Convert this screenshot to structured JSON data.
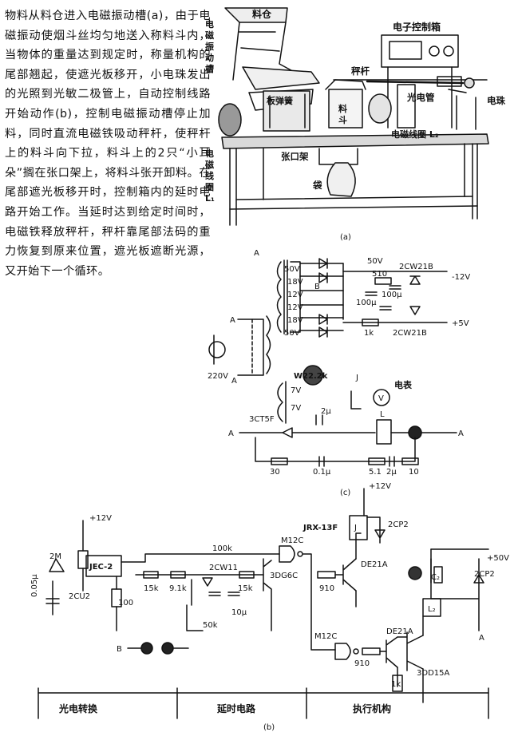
{
  "intro_text": "物料从料仓进入电磁振动槽(a)，由于电磁振动使烟斗丝均匀地送入称料斗内，当物体的重量达到规定时，称量机构的尾部翘起，使遮光板移开，小电珠发出的光照到光敏二极管上，自动控制线路开始动作(b)，控制电磁振动槽停止加料，同时直流电磁铁吸动秤杆，使秤杆上的料斗向下拉，料斗上的2只“小耳朵”搁在张口架上，将料斗张开卸料。在尾部遮光板移开时，控制箱内的延时电路开始工作。当延时达到给定时间时，电磁铁释放秤杆，秤杆靠尾部法码的重力恢复到原来位置，遮光板遮断光源，又开始下一个循环。",
  "diagram_a": {
    "caption": "(a)",
    "labels": {
      "hopper": "料仓",
      "vib_trough": [
        "电",
        "磁",
        "振",
        "动",
        "槽"
      ],
      "control_box": "电子控制箱",
      "balance_rod": "秤杆",
      "plate_spring": "板弹簧",
      "material_bucket": [
        "料",
        "斗"
      ],
      "photo_tube": "光电管",
      "bulb": "电珠",
      "coil_l2": "电磁线圈 L₂",
      "open_frame": "张口架",
      "bag": "袋",
      "coil_l1": [
        "电",
        "磁",
        "线",
        "圈",
        "L₁"
      ]
    }
  },
  "diagram_c": {
    "caption": "(c)",
    "windings": [
      "50V",
      "18V",
      "12V",
      "12V",
      "18V",
      "50V"
    ],
    "primary": "220V",
    "rheostat": "W22.2k",
    "secondary": [
      "7V",
      "7V"
    ],
    "relay_contact": "J",
    "meter_label": "电表",
    "meter_symbol": "V",
    "scr": "3CT5F",
    "cap_2u": "2μ",
    "inductor": "L",
    "terminals": [
      "A",
      "A",
      "A",
      "A",
      "A",
      "B"
    ],
    "bottom": [
      "30",
      "0.1μ",
      "5.1",
      "2μ",
      "10"
    ],
    "supply": {
      "v50": "50V",
      "r510": "510",
      "c100a": "100μ",
      "c100b": "100μ",
      "zener_top": "2CW21B",
      "out_neg": "-12V",
      "r1k": "1k",
      "zener_bot": "2CW21B",
      "out_pos": "+5V"
    }
  },
  "diagram_b": {
    "caption": "(b)",
    "v12": "+12V",
    "v12b": "+12V",
    "v50": "+50V",
    "r2m": "2M",
    "ic": "JEC-2",
    "cap005": "0.05μ",
    "pd": "2CU2",
    "r100": "100",
    "r100k": "100k",
    "r15k": "15k",
    "r91k": "9.1k",
    "zener": "2CW11",
    "q1": "3DG6C",
    "r15k2": "15k",
    "cap10u": "10μ",
    "pot": "50k",
    "gate1": "M12C",
    "gate2": "M12C",
    "r910a": "910",
    "r910b": "910",
    "relay": "JRX-13F",
    "relay_j": "J",
    "diode1": "2CP2",
    "diode2": "2CP2",
    "q2": "DE21A",
    "q3": "DE21A",
    "q4": "3DD15A",
    "r1k": "1k",
    "coil": "L₂",
    "capb": "C₂",
    "term_b": "B",
    "term_a": "A",
    "sections": [
      "光电转换",
      "延时电路",
      "执行机构"
    ]
  }
}
